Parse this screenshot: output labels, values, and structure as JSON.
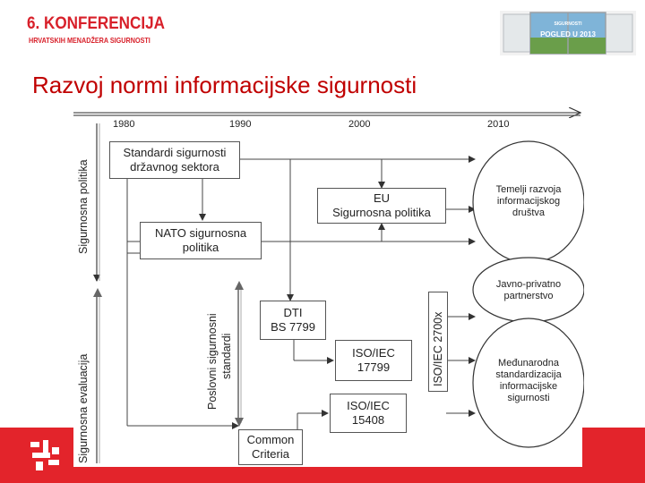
{
  "header": {
    "conference_title": "6. KONFERENCIJA",
    "conference_subtitle": "HRVATSKIH MENADŽERA SIGURNOSTI",
    "banner_text_1": "SIGURNOSTI",
    "banner_text_2": "POGLED U 2013"
  },
  "slide": {
    "title": "Razvoj normi informacijske sigurnosti"
  },
  "diagram": {
    "timeline_years": [
      "1980",
      "1990",
      "2000",
      "2010"
    ],
    "left_axis_top_label": "Sigurnosna politika",
    "left_axis_bottom_label": "Sigurnosna evaluacija",
    "mid_axis_label_1": "Poslovni sigurnosni",
    "mid_axis_label_2": "standardi",
    "iso_2700x_label": "ISO/IEC 2700x",
    "boxes": {
      "standardi": [
        "Standardi sigurnosti",
        "državnog sektora"
      ],
      "eu": [
        "EU",
        "Sigurnosna politika"
      ],
      "nato": [
        "NATO sigurnosna",
        "politika"
      ],
      "dti": [
        "DTI",
        "BS 7799"
      ],
      "iso17799": [
        "ISO/IEC",
        "17799"
      ],
      "iso15408": [
        "ISO/IEC",
        "15408"
      ],
      "common": [
        "Common",
        "Criteria"
      ]
    },
    "ellipses": {
      "temelji": [
        "Temelji razvoja",
        "informacijskog",
        "društva"
      ],
      "javno": [
        "Javno-privatno",
        "partnerstvo"
      ],
      "medjunarodna": [
        "Međunarodna",
        "standardizacija",
        "informacijske",
        "sigurnosti"
      ]
    }
  }
}
